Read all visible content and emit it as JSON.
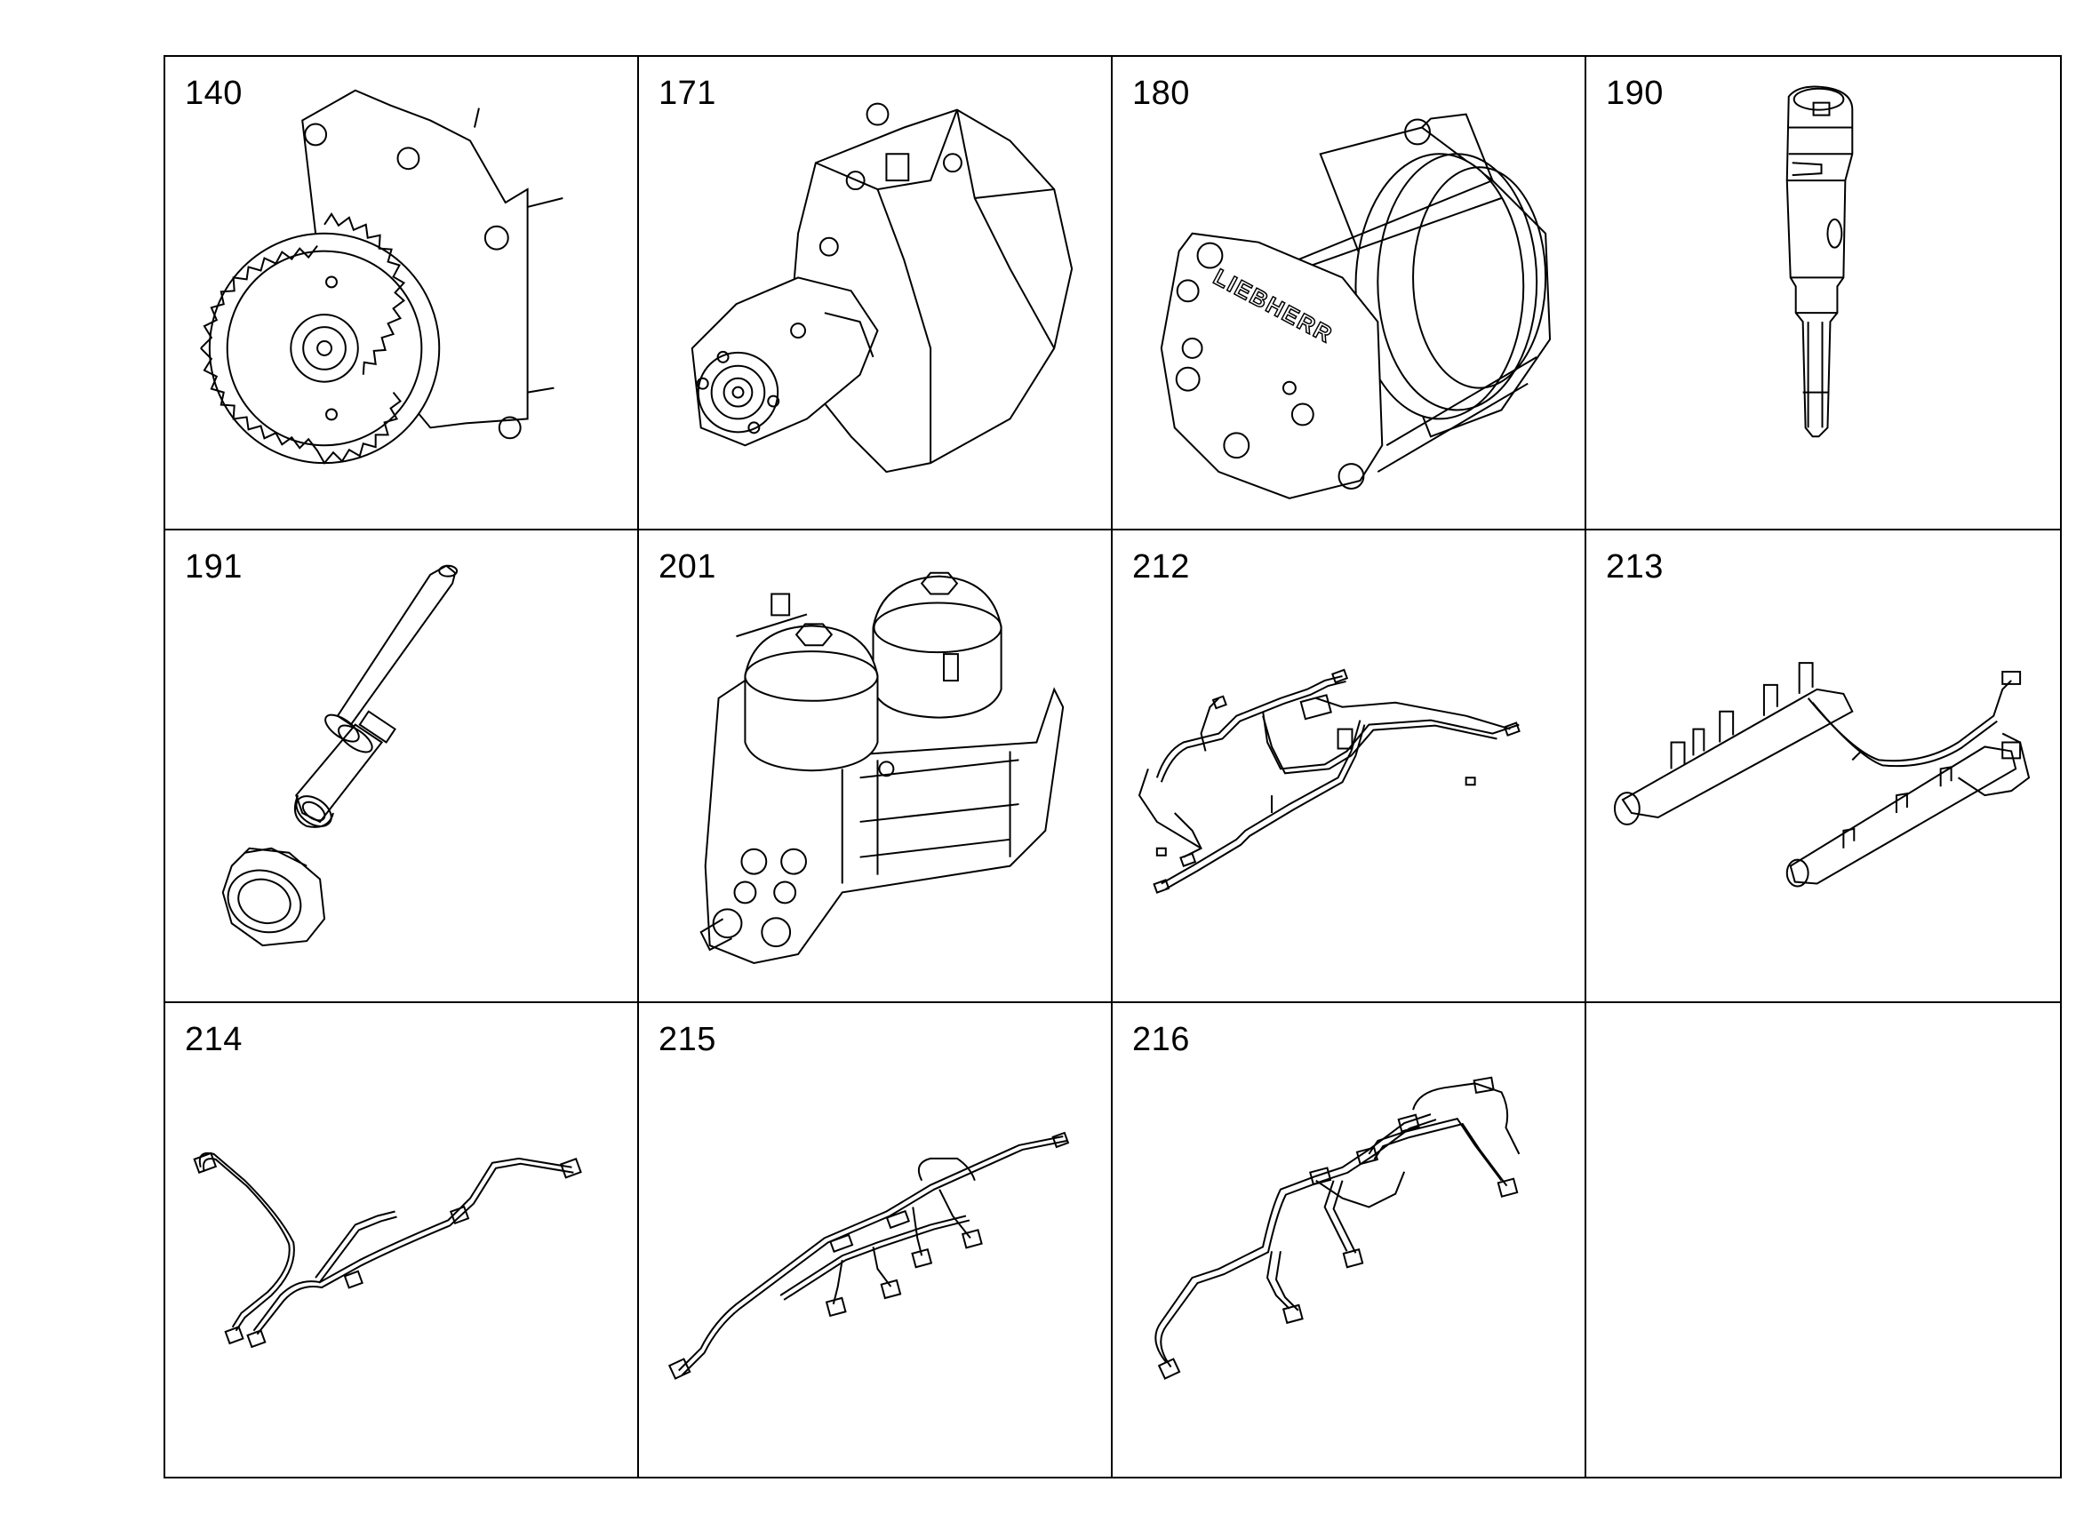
{
  "parts": [
    {
      "number": "140",
      "icon": "gear-pump-icon"
    },
    {
      "number": "171",
      "icon": "high-pressure-pump-icon"
    },
    {
      "number": "180",
      "icon": "drum-housing-icon",
      "logo_text": "LIEBHERR"
    },
    {
      "number": "190",
      "icon": "injector-icon"
    },
    {
      "number": "191",
      "icon": "pressure-pipe-with-nut-icon"
    },
    {
      "number": "201",
      "icon": "twin-filter-housing-icon"
    },
    {
      "number": "212",
      "icon": "fuel-line-set-icon"
    },
    {
      "number": "213",
      "icon": "common-rail-icon"
    },
    {
      "number": "214",
      "icon": "injection-line-icon"
    },
    {
      "number": "215",
      "icon": "injection-line-set-icon"
    },
    {
      "number": "216",
      "icon": "injection-line-set-icon"
    }
  ],
  "colors": {
    "line": "#000000",
    "background": "#ffffff"
  }
}
